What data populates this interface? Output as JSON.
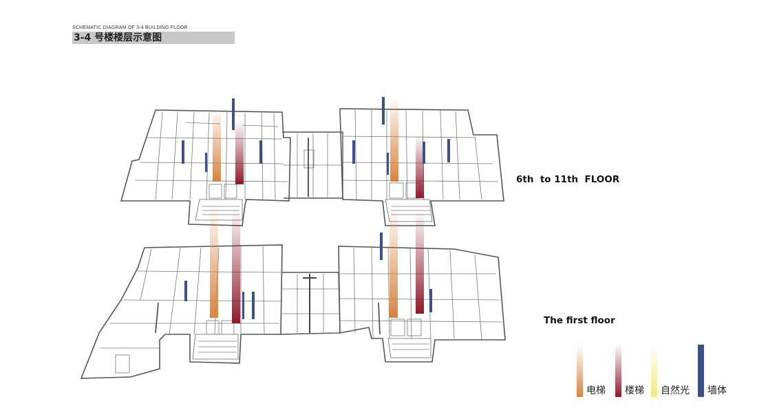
{
  "header": {
    "title_en": "SCHEMATIC DIAGRAM OF 3-4 BUILDING FLOOR",
    "title_cn": "3-4 号楼楼层示意图"
  },
  "floors": {
    "upper_label": "6th  to 11th  FLOOR",
    "lower_label": "The first floor"
  },
  "legend": [
    {
      "key": "elevator",
      "label": "电梯",
      "color": "#d9833f"
    },
    {
      "key": "stairs",
      "label": "楼梯",
      "color": "#8e1a2a"
    },
    {
      "key": "natural_light",
      "label": "自然光",
      "color": "#f2ea7a"
    },
    {
      "key": "wall",
      "label": "墙体",
      "color": "#3a5288"
    }
  ]
}
